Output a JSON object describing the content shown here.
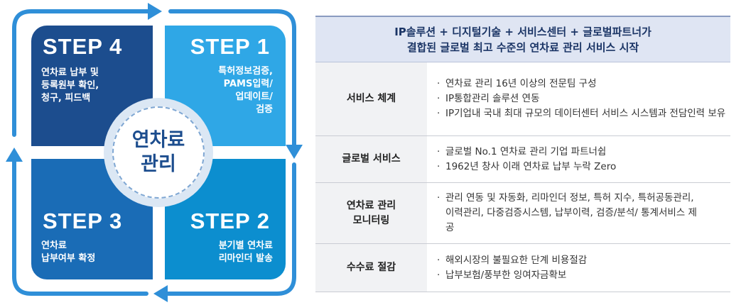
{
  "cycle": {
    "center_label": "연차료\n관리",
    "steps": {
      "step1": {
        "title": "STEP 1",
        "desc": "특허정보검증,\nPAMS입력/\n업데이트/\n검증"
      },
      "step2": {
        "title": "STEP 2",
        "desc": "분기별 연차료\n리마인더 발송"
      },
      "step3": {
        "title": "STEP 3",
        "desc": "연차료\n납부여부 확정"
      },
      "step4": {
        "title": "STEP 4",
        "desc": "연차료 납부 및\n등록원부 확인,\n청구, 피드백"
      }
    },
    "colors": {
      "step1": "#2fa7e6",
      "step2": "#0c8ecf",
      "step3": "#1a6cb6",
      "step4": "#1c4d8e",
      "arrow": "#2f8fd8"
    }
  },
  "table": {
    "header": "IP솔루션 + 디지털기술 + 서비스센터 + 글로벌파트너가\n결합된 글로벌 최고 수준의 연차료 관리 서비스 시작",
    "rows": [
      {
        "label": "서비스 체계",
        "items": [
          "연차료 관리 16년 이상의 전문팀 구성",
          "IP통합관리 솔루션 연동",
          "IP기업내 국내 최대 규모의 데이터센터 서비스 시스템과 전담인력 보유"
        ]
      },
      {
        "label": "글로벌 서비스",
        "items": [
          "글로벌 No.1 연차료 관리 기업 파트너쉽",
          "1962년 창사 이래 연차료 납부 누락 Zero"
        ]
      },
      {
        "label": "연차료 관리\n모니터링",
        "items": [
          "관리 연동 및 자동화, 리마인더 정보, 특허 지수, 특허공동관리, 이력관리, 다중검증시스템, 납부이력, 검증/분석/ 통계서비스 제공"
        ]
      },
      {
        "label": "수수료 절감",
        "items": [
          "해외시장의 불필요한 단계 비용절감",
          "납부보험/풍부한 잉여자금확보"
        ]
      }
    ]
  }
}
